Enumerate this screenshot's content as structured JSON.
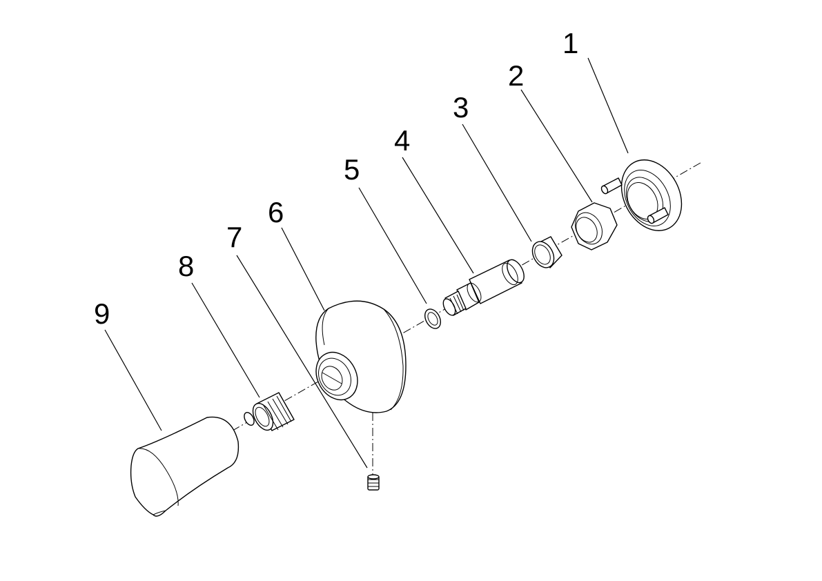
{
  "diagram": {
    "parts": [
      {
        "number": "1",
        "icon": "mounting-flange-icon"
      },
      {
        "number": "2",
        "icon": "hex-nut-icon"
      },
      {
        "number": "3",
        "icon": "sleeve-ring-icon"
      },
      {
        "number": "4",
        "icon": "valve-stem-icon"
      },
      {
        "number": "5",
        "icon": "o-ring-icon"
      },
      {
        "number": "6",
        "icon": "escutcheon-plate-icon"
      },
      {
        "number": "7",
        "icon": "set-screw-icon"
      },
      {
        "number": "8",
        "icon": "splined-adapter-icon"
      },
      {
        "number": "9",
        "icon": "handle-knob-icon"
      }
    ]
  }
}
